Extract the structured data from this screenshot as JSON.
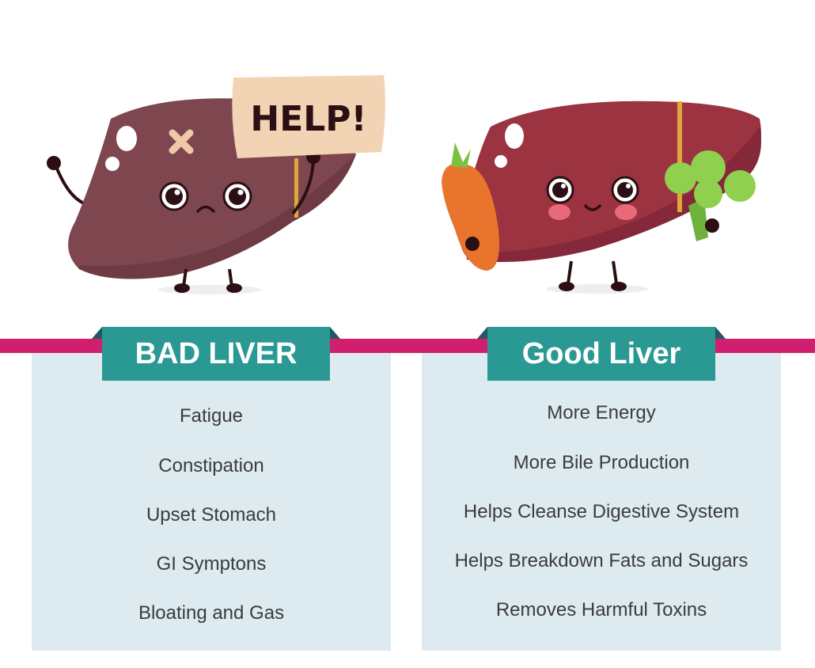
{
  "bad": {
    "title": "BAD LIVER",
    "sign_text": "HELP!",
    "items": [
      "Fatigue",
      "Constipation",
      "Upset Stomach",
      "GI Symptons",
      "Bloating and Gas"
    ]
  },
  "good": {
    "title": "Good Liver",
    "items": [
      "More Energy",
      "More Bile Production",
      "Helps Cleanse Digestive System",
      "Helps Breakdown Fats and Sugars",
      "Removes Harmful Toxins"
    ]
  },
  "colors": {
    "band": "#d01f6f",
    "ribbon": "#2a9993",
    "panel": "#ddebf0",
    "bad_liver": "#7e4750",
    "good_liver": "#9b3340"
  }
}
